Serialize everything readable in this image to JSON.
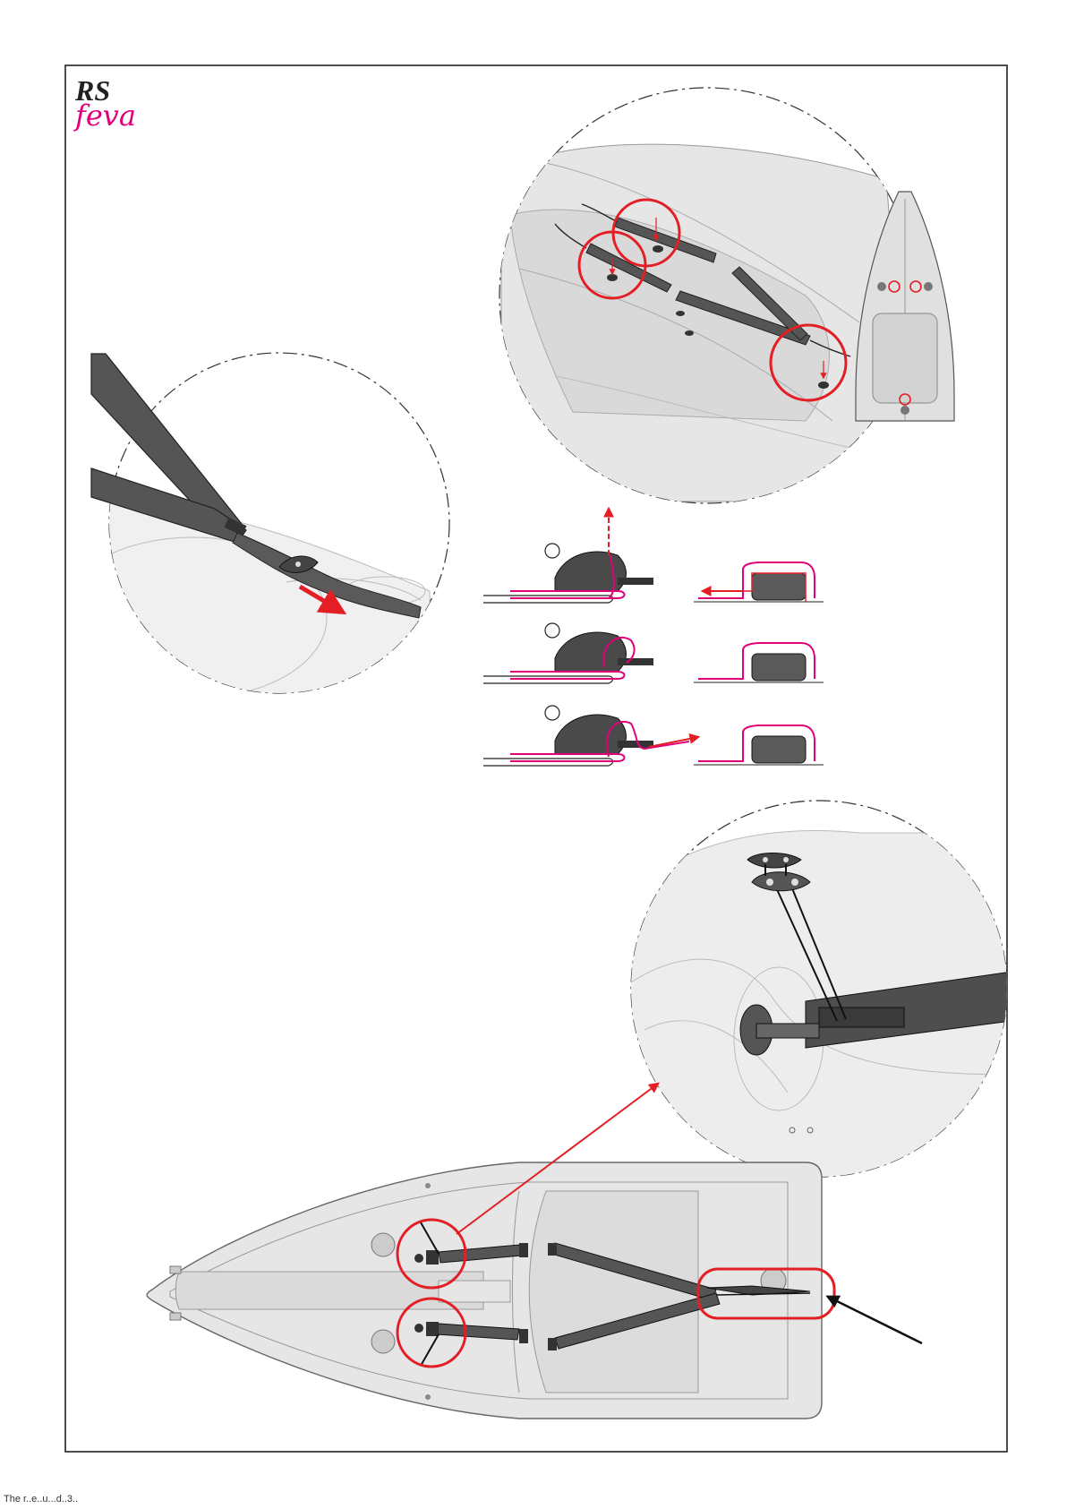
{
  "logo": {
    "brand": "RS",
    "model": "feva"
  },
  "footer_text": "The r..e..u...d..3..",
  "colors": {
    "accent_red": "#e31e24",
    "magenta": "#e2007a",
    "strap_dark": "#4a4a4a",
    "hull_fill": "#e3e3e3",
    "frame": "#222222"
  },
  "step_markers": [
    "",
    "",
    ""
  ]
}
